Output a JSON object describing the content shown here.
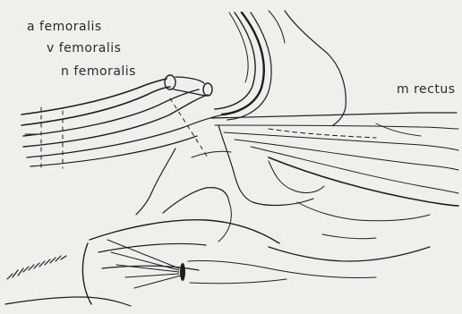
{
  "figure": {
    "labels": {
      "artery": "a femoralis",
      "vein": "v femoralis",
      "nerve": "n femoralis",
      "muscle": "m rectus"
    },
    "ink_color": "#1e1e1e",
    "background_color": "#efefec"
  }
}
